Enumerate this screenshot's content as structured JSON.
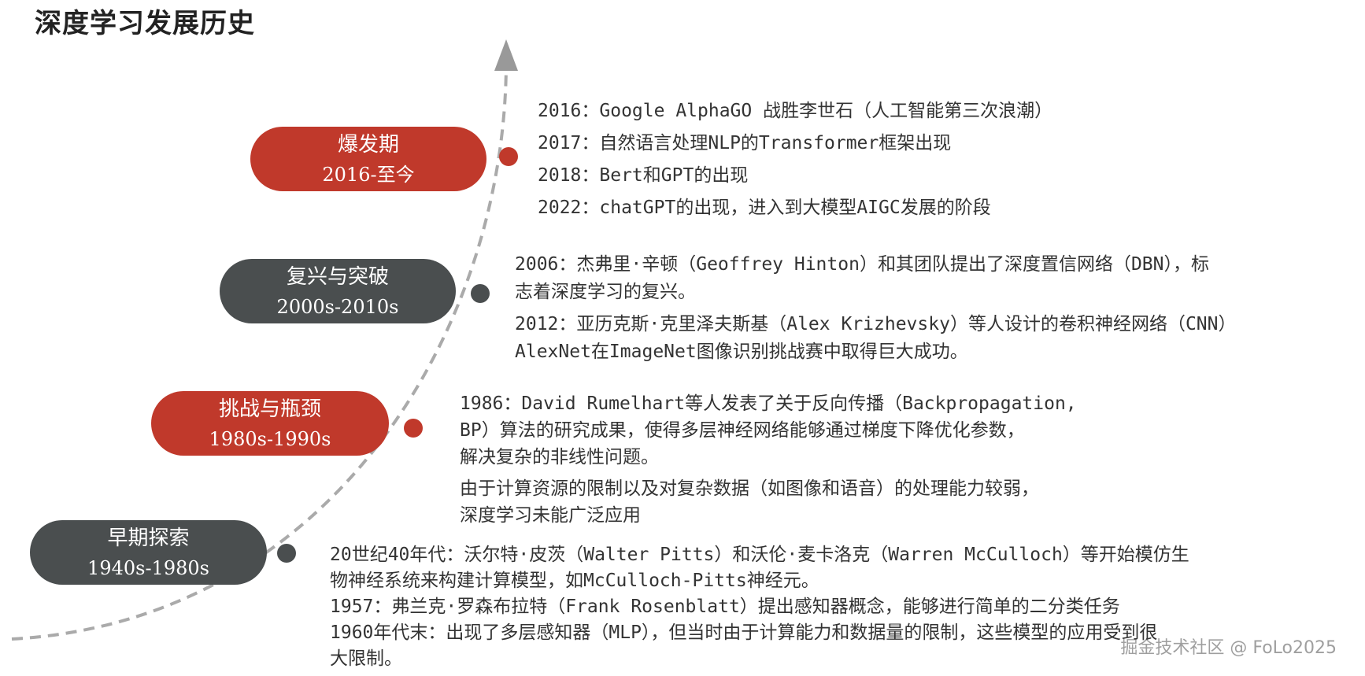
{
  "title": "深度学习发展历史",
  "colors": {
    "red": "#c0392b",
    "dark": "#4a4e4f",
    "line": "#aaaaaa"
  },
  "stages": [
    {
      "name": "爆发期",
      "period": "2016-至今",
      "color": "red",
      "events": [
        "2016：Google AlphaGO 战胜李世石（人工智能第三次浪潮）",
        "2017：自然语言处理NLP的Transformer框架出现",
        "2018：Bert和GPT的出现",
        "2022：chatGPT的出现，进入到大模型AIGC发展的阶段"
      ]
    },
    {
      "name": "复兴与突破",
      "period": "2000s-2010s",
      "color": "dark",
      "events": [
        "2006：杰弗里·辛顿（Geoffrey Hinton）和其团队提出了深度置信网络（DBN），标",
        "志着深度学习的复兴。",
        "2012：亚历克斯·克里泽夫斯基（Alex Krizhevsky）等人设计的卷积神经网络（CNN）",
        "AlexNet在ImageNet图像识别挑战赛中取得巨大成功。"
      ]
    },
    {
      "name": "挑战与瓶颈",
      "period": "1980s-1990s",
      "color": "red",
      "events": [
        "1986：David Rumelhart等人发表了关于反向传播（Backpropagation,",
        "BP）算法的研究成果，使得多层神经网络能够通过梯度下降优化参数，",
        "解决复杂的非线性问题。",
        "由于计算资源的限制以及对复杂数据（如图像和语音）的处理能力较弱，",
        "深度学习未能广泛应用"
      ]
    },
    {
      "name": "早期探索",
      "period": "1940s-1980s",
      "color": "dark",
      "events": [
        "20世纪40年代：沃尔特·皮茨（Walter Pitts）和沃伦·麦卡洛克（Warren McCulloch）等开始模仿生",
        "物神经系统来构建计算模型，如McCulloch-Pitts神经元。",
        "1957：弗兰克·罗森布拉特（Frank Rosenblatt）提出感知器概念，能够进行简单的二分类任务",
        "1960年代末：出现了多层感知器（MLP），但当时由于计算能力和数据量的限制，这些模型的应用受到很",
        "大限制。"
      ]
    }
  ],
  "watermark": "掘金技术社区 @ FoLo2025"
}
